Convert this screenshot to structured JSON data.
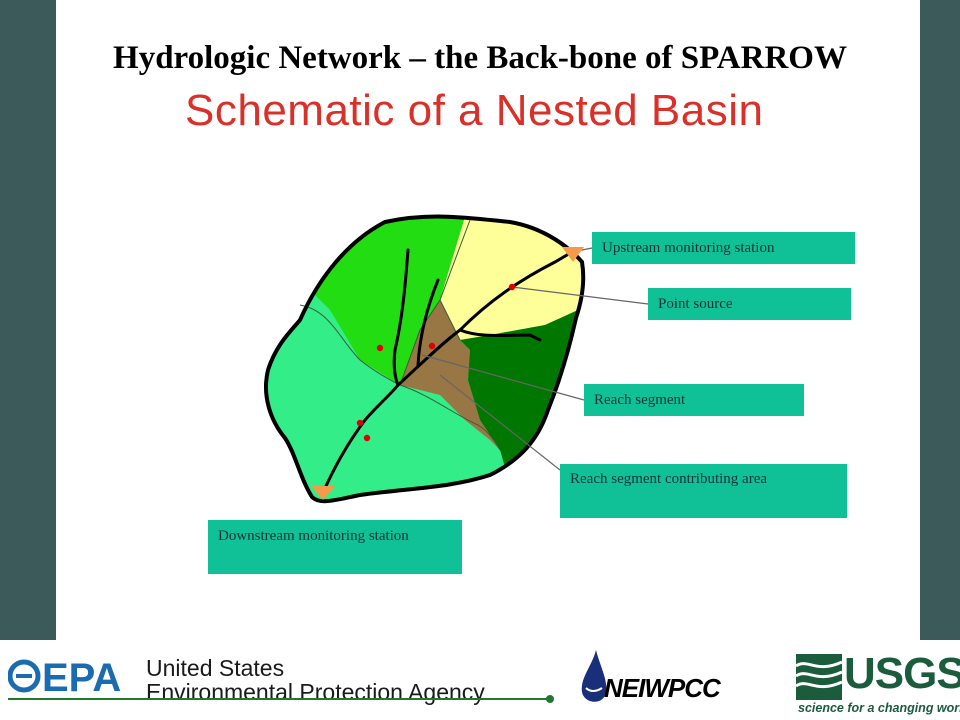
{
  "title": "Hydrologic Network – the Back-bone of SPARROW",
  "subtitle": "Schematic of a Nested Basin",
  "callouts": {
    "upstream": "Upstream monitoring station",
    "point_source": "Point source",
    "reach_segment": "Reach segment",
    "contributing_area": "Reach segment contributing area",
    "downstream": "Downstream monitoring station"
  },
  "colors": {
    "frame": "#3d5a5a",
    "callout_fill": "#10c096",
    "subtitle": "#d9302a",
    "region_light_green": "#33ee88",
    "region_bright_green": "#22dd11",
    "region_yellow": "#ffff99",
    "region_brown": "#997744",
    "region_dark_green": "#007700",
    "station_marker": "#f59a4a",
    "point_source_marker": "#e00000"
  },
  "footer": {
    "epa_line1": "United States",
    "epa_line2": "Environmental Protection Agency",
    "epa_mark": "EPA",
    "newpcc": "NEIWPCC",
    "usgs": "USGS",
    "usgs_tagline": "science for a changing world"
  }
}
